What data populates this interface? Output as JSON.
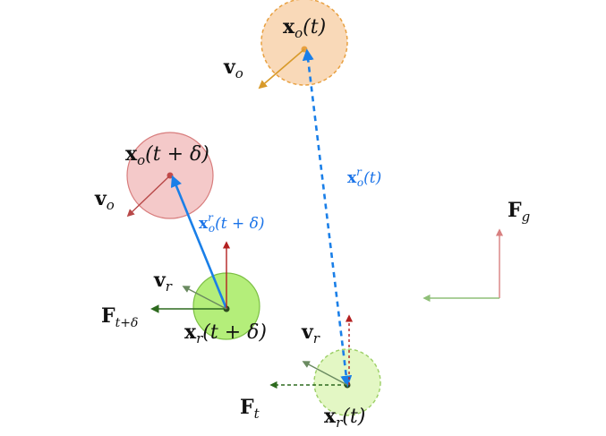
{
  "colors": {
    "obstacle_now": "#f9d9b8",
    "obstacle_now_stroke": "#e8a040",
    "obstacle_next": "#f4c9c9",
    "obstacle_next_stroke": "#d87d7d",
    "robot_next": "#b4ee7a",
    "robot_next_stroke": "#7cbf44",
    "robot_now": "#e3f7c4",
    "robot_now_stroke": "#9ccf66",
    "vel_obstacle_now": "#d89a2a",
    "vel_obstacle_next": "#b84848",
    "rel_pos": "#1a7fe8",
    "vel_robot": "#6a8a60",
    "force_up": "#b32020",
    "force_up_light": "#d88080",
    "force_green": "#2d6a1e",
    "force_goal": "#8fbf78"
  },
  "labels": {
    "xo_t": {
      "main": "x",
      "sub": "o",
      "tail": "(t)"
    },
    "vo_top": {
      "main": "v",
      "sub": "o"
    },
    "xo_tdelta": {
      "main": "x",
      "sub": "o",
      "tail": "(t + δ)"
    },
    "vo_mid": {
      "main": "v",
      "sub": "o"
    },
    "xor_tdelta": {
      "main": "x",
      "sub": "o",
      "sup": "r",
      "tail": "(t + δ)"
    },
    "xor_t": {
      "main": "x",
      "sub": "o",
      "sup": "r",
      "tail": "(t)"
    },
    "fg": {
      "main": "F",
      "sub": "g"
    },
    "vr_left": {
      "main": "v",
      "sub": "r"
    },
    "f_tdelta": {
      "main": "F",
      "sub": "t+δ"
    },
    "xr_tdelta": {
      "main": "x",
      "sub": "r",
      "tail": "(t + δ)"
    },
    "vr_right": {
      "main": "v",
      "sub": "r"
    },
    "ft": {
      "main": "F",
      "sub": "t"
    },
    "xr_t": {
      "main": "x",
      "sub": "r",
      "tail": "(t)"
    }
  }
}
